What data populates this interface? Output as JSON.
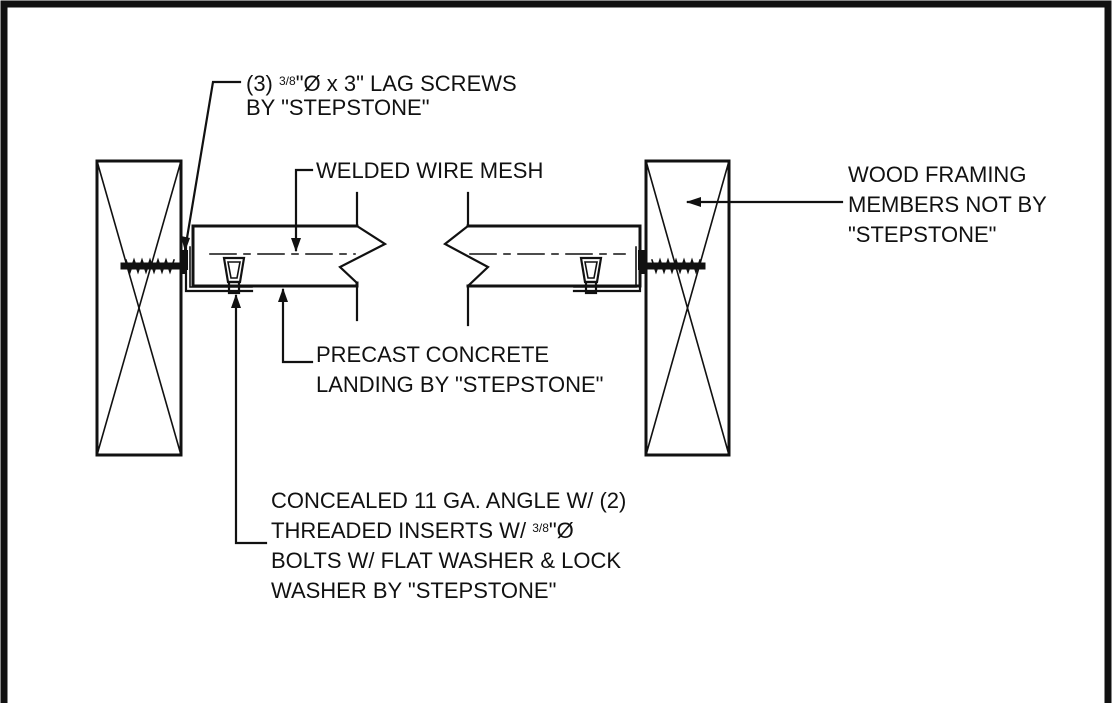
{
  "notes": {
    "lag_screws": {
      "line1_prefix": "(3) ",
      "line1_fraction": "3/8",
      "line1_suffix": "\"Ø x 3\" LAG SCREWS",
      "line2": "BY \"STEPSTONE\""
    },
    "mesh": "WELDED WIRE MESH",
    "wood_framing": {
      "line1": "WOOD FRAMING",
      "line2": "MEMBERS NOT BY",
      "line3": "\"STEPSTONE\""
    },
    "precast": {
      "line1": "PRECAST CONCRETE",
      "line2": "LANDING BY \"STEPSTONE\""
    },
    "angle": {
      "line1": "CONCEALED 11 GA. ANGLE W/ (2)",
      "line2_prefix": "THREADED INSERTS W/ ",
      "line2_fraction": "3/8",
      "line2_suffix": "\"Ø",
      "line3": "BOLTS W/ FLAT WASHER & LOCK",
      "line4": "WASHER BY \"STEPSTONE\""
    }
  }
}
